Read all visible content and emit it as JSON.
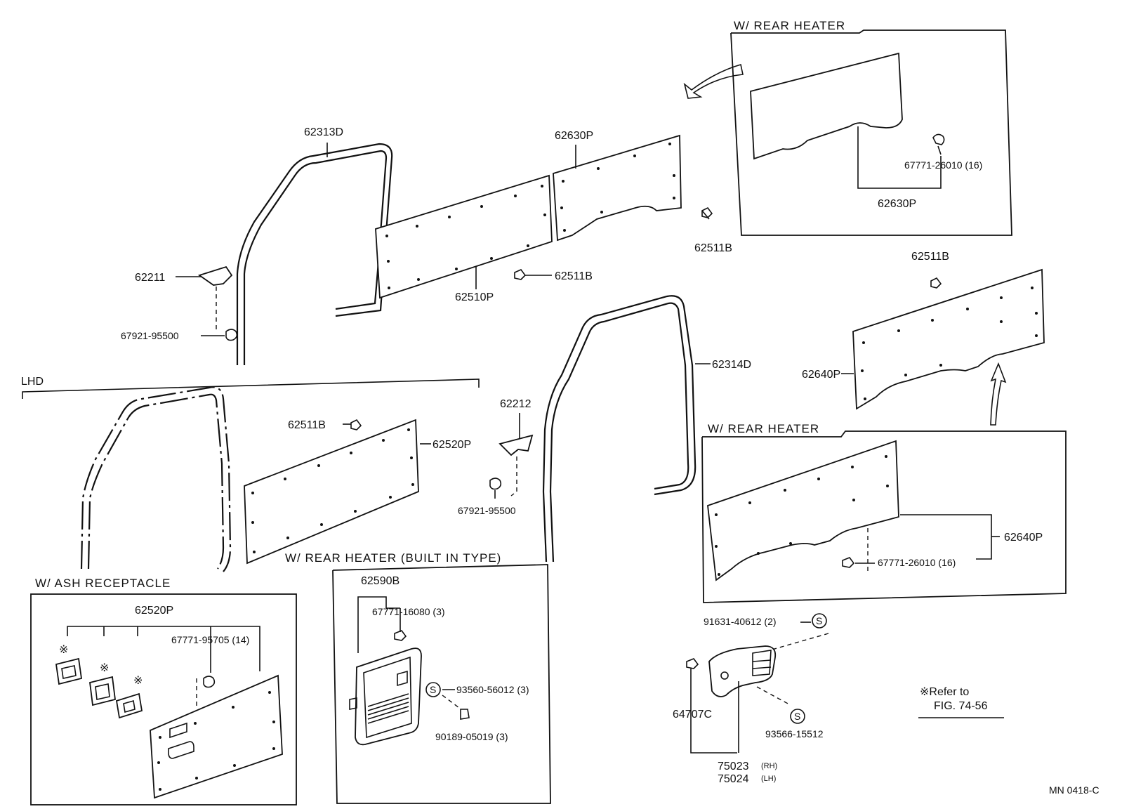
{
  "labels": {
    "p62313D": "62313D",
    "p62630P_top": "62630P",
    "p62211": "62211",
    "p62511B_a": "62511B",
    "p62511B_b": "62511B",
    "p62510P": "62510P",
    "p67921_a": "67921-95500",
    "p62511B_c": "62511B",
    "p62640P_top": "62640P",
    "p62314D": "62314D",
    "p62212": "62212",
    "p62511B_d": "62511B",
    "p62520P_main": "62520P",
    "p67921_b": "67921-95500",
    "p62640P_box": "62640P",
    "p67771_26010_b": "67771-26010 (16)",
    "p67771_26010_a": "67771-26010 (16)",
    "p62630P_box": "62630P",
    "p62590B": "62590B",
    "p67771_16080": "67771-16080 (3)",
    "p93560": "93560-56012 (3)",
    "p90189": "90189-05019 (3)",
    "p62520P_ash": "62520P",
    "p67771_95705": "67771-95705 (14)",
    "p91631": "91631-40612 (2)",
    "p64707C": "64707C",
    "p93566": "93566-15512",
    "p75023": "75023",
    "p75023_side": "(RH)",
    "p75024": "75024",
    "p75024_side": "(LH)",
    "asterisk": "※",
    "s_mark": "S"
  },
  "sections": {
    "lhd": "LHD",
    "rear_heater_top": "W/ REAR HEATER",
    "rear_heater_mid": "W/ REAR HEATER",
    "rear_heater_builtin": "W/ REAR HEATER (BUILT IN TYPE)",
    "ash_receptacle": "W/ ASH RECEPTACLE"
  },
  "notes": {
    "refer_prefix": "※Refer to",
    "refer_fig": "FIG. 74-56",
    "figure_code": "MN  0418-C"
  }
}
